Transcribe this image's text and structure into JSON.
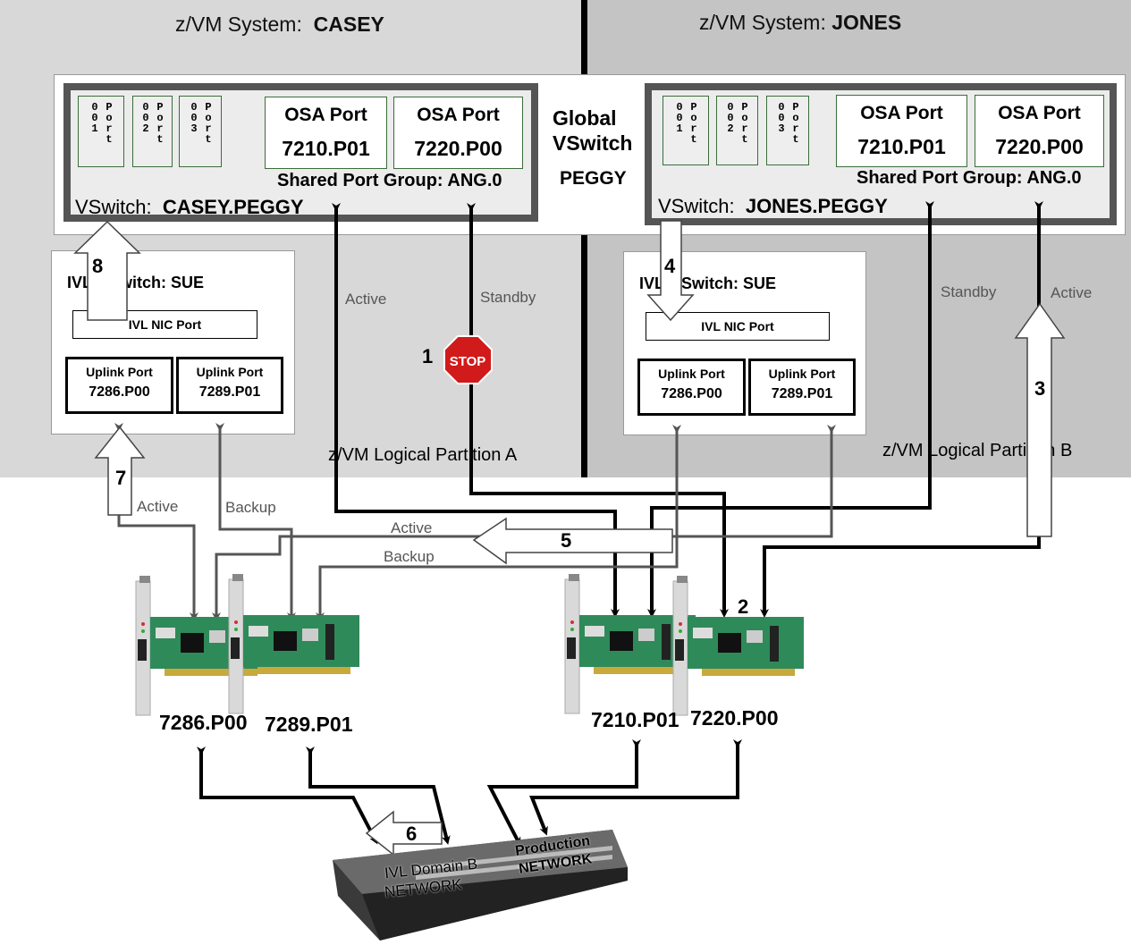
{
  "systems": {
    "left": {
      "prefix": "z/VM System:",
      "name": "CASEY",
      "partition": "z/VM Logical Partition A"
    },
    "right": {
      "prefix": "z/VM System:",
      "name": "JONES",
      "partition": "z/VM Logical Partition B"
    }
  },
  "global_vswitch": {
    "line1": "Global",
    "line2": "VSwitch",
    "name": "PEGGY"
  },
  "vswitches": {
    "casey": {
      "prefix": "VSwitch:",
      "name": "CASEY.PEGGY",
      "shared_group": "Shared Port Group: ANG.0"
    },
    "jones": {
      "prefix": "VSwitch:",
      "name": "JONES.PEGGY",
      "shared_group": "Shared Port Group: ANG.0"
    }
  },
  "virtual_ports": [
    {
      "num": "001",
      "label": "Port"
    },
    {
      "num": "002",
      "label": "Port"
    },
    {
      "num": "003",
      "label": "Port"
    }
  ],
  "osa_ports": [
    {
      "title": "OSA Port",
      "id": "7210.P01"
    },
    {
      "title": "OSA Port",
      "id": "7220.P00"
    }
  ],
  "ivl": {
    "switch_text": "Switch:  SUE",
    "ivl_prefix": "IVL",
    "nic_port": "IVL NIC Port",
    "uplinks": [
      {
        "title": "Uplink Port",
        "id": "7286.P00"
      },
      {
        "title": "Uplink Port",
        "id": "7289.P01"
      }
    ]
  },
  "path_labels": {
    "active": "Active",
    "standby": "Standby",
    "backup": "Backup"
  },
  "steps": [
    "1",
    "2",
    "3",
    "4",
    "5",
    "6",
    "7",
    "8"
  ],
  "stop_sign": "STOP",
  "cards": [
    "7286.P00",
    "7289.P01",
    "7210.P01",
    "7220.P00"
  ],
  "switch_device": {
    "ivl_line1": "IVL Domain  B",
    "ivl_line2": "NETWORK",
    "prod_line1": "Production",
    "prod_line2": "NETWORK"
  },
  "colors": {
    "left_bg": "#d8d8d8",
    "right_bg": "#c4c4c4",
    "card_green": "#2f8a5a",
    "stop_red": "#d11a1a"
  }
}
